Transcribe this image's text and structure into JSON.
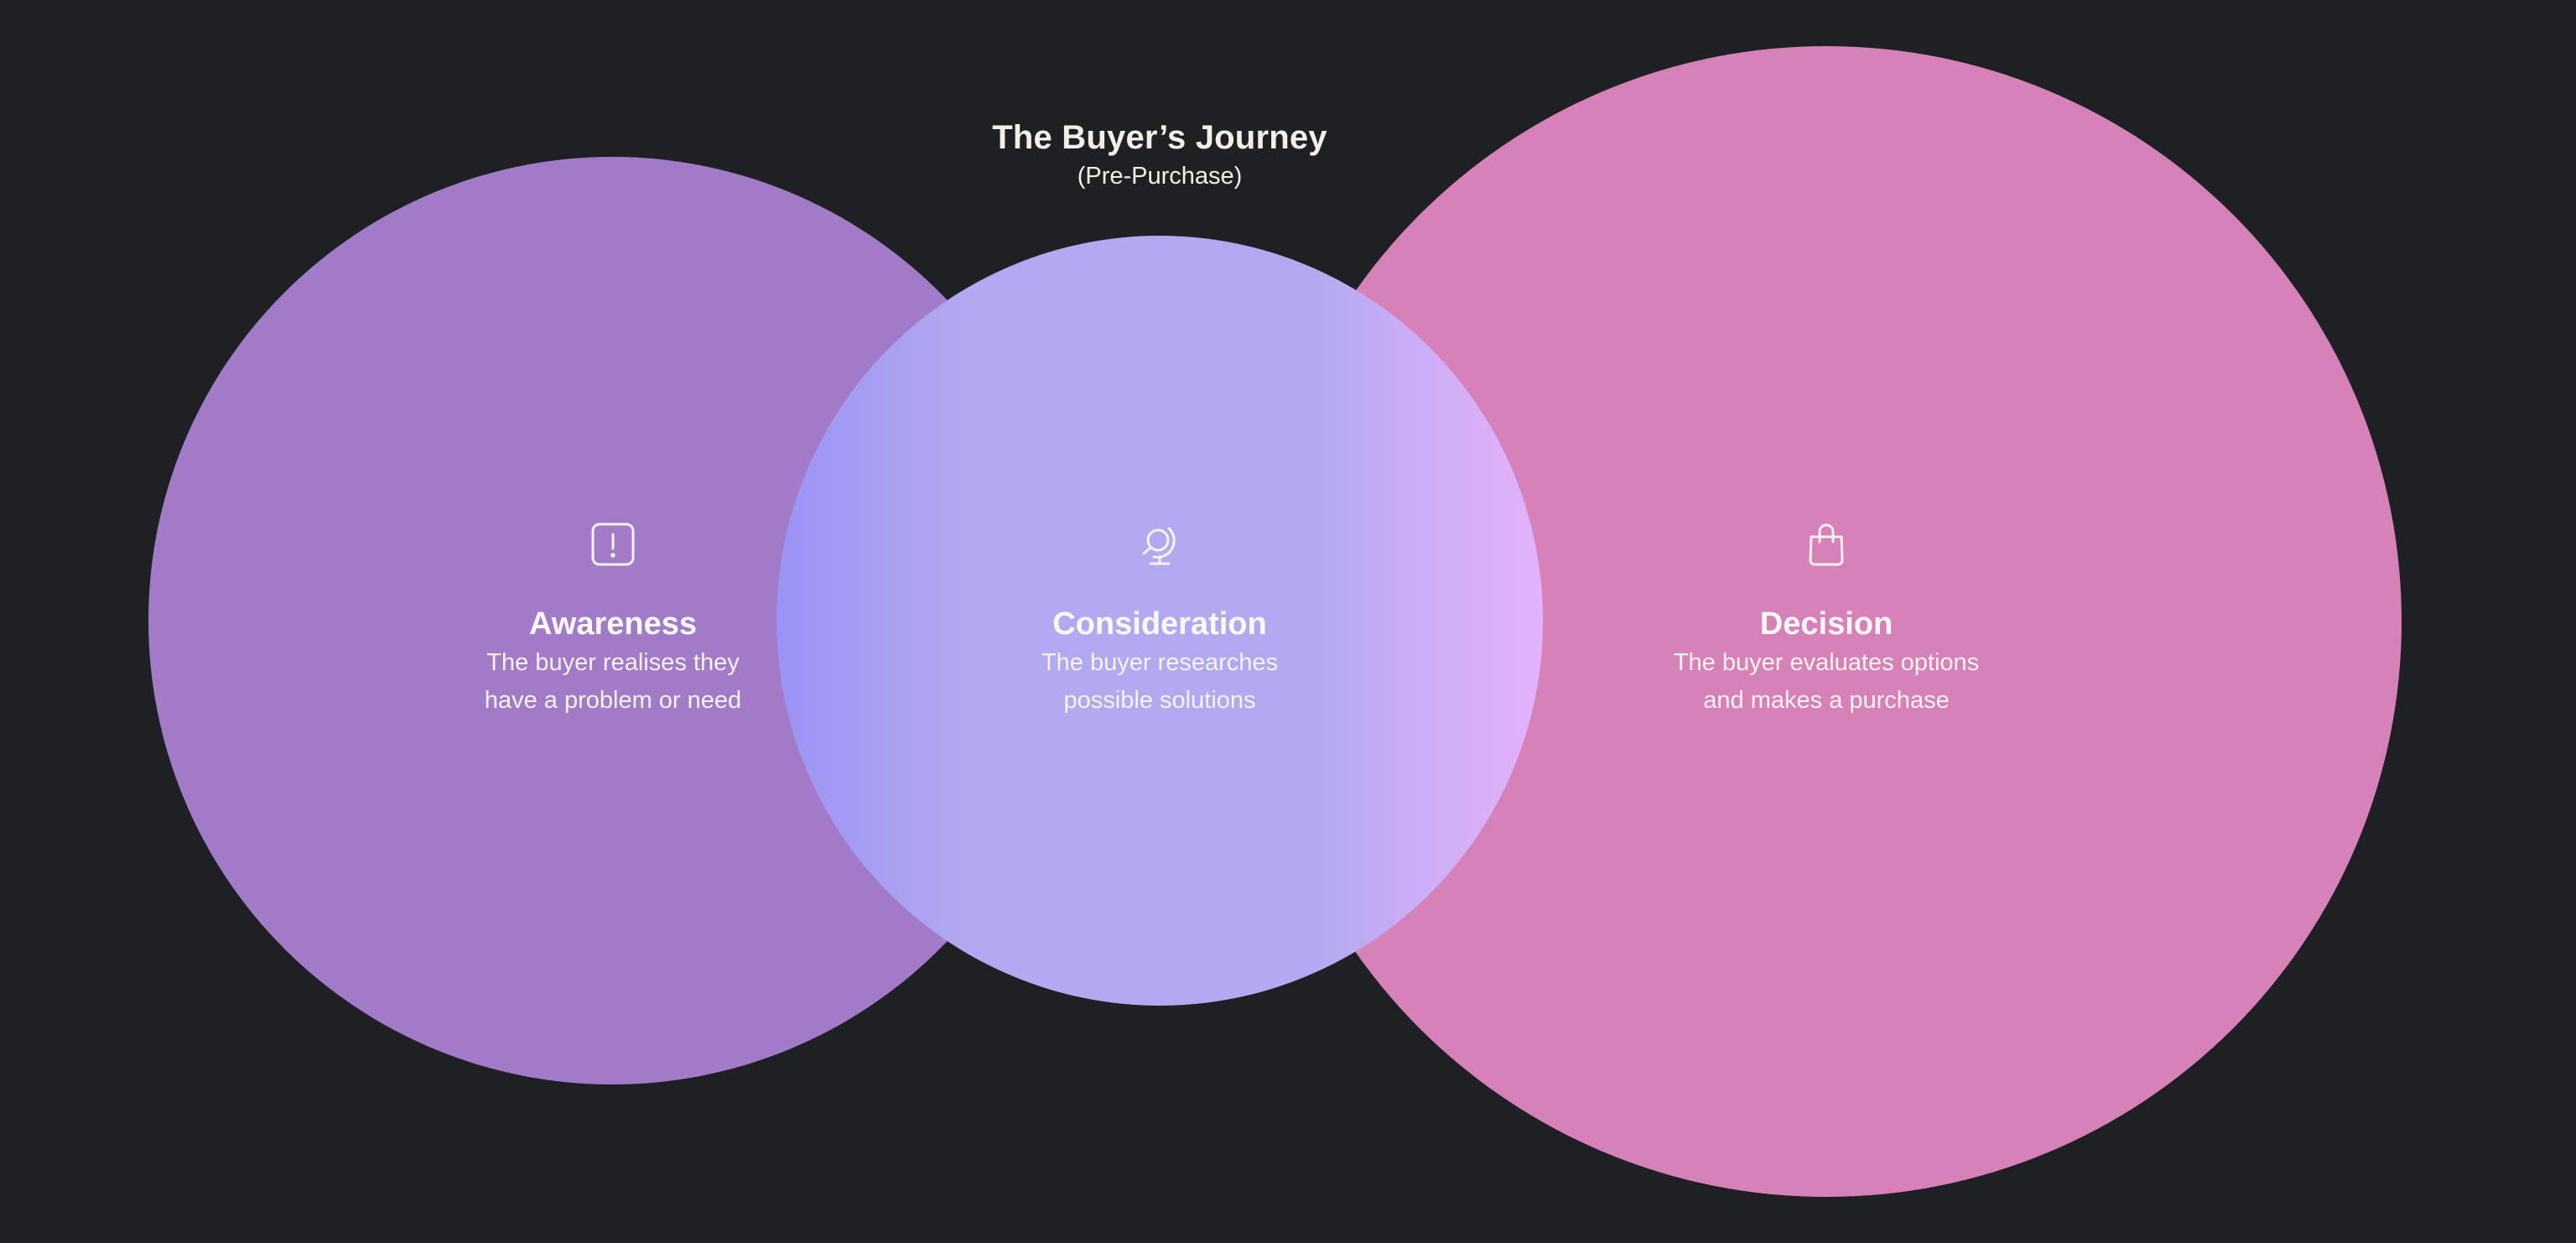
{
  "header": {
    "title": "The Buyer’s Journey",
    "subtitle": "(Pre-Purchase)"
  },
  "stages": [
    {
      "id": "awareness",
      "icon": "alert-square-icon",
      "title": "Awareness",
      "description_lines": [
        "The buyer realises they",
        "have a problem or need"
      ],
      "color": "#a27bc8"
    },
    {
      "id": "consideration",
      "icon": "globe-icon",
      "title": "Consideration",
      "description_lines": [
        "The buyer researches",
        "possible solutions"
      ],
      "color": "#b1aaf0",
      "gradient_left": "#9b93f5",
      "gradient_right": "#e3b2fa"
    },
    {
      "id": "decision",
      "icon": "shopping-bag-icon",
      "title": "Decision",
      "description_lines": [
        "The buyer evaluates options",
        "and makes a purchase"
      ],
      "color": "#d682b9"
    }
  ],
  "colors": {
    "background": "#1f2024",
    "text": "#f2efe9"
  }
}
